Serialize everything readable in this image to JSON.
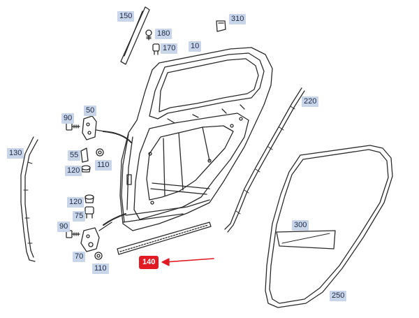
{
  "callouts": {
    "c150": "150",
    "c180": "180",
    "c170": "170",
    "c310": "310",
    "c10": "10",
    "c220": "220",
    "c90a": "90",
    "c50": "50",
    "c130": "130",
    "c55": "55",
    "c110a": "110",
    "c120a": "120",
    "c120b": "120",
    "c75": "75",
    "c90b": "90",
    "c70": "70",
    "c110b": "110",
    "c140": "140",
    "c300": "300",
    "c250": "250"
  },
  "highlight_color": "#e01b24",
  "callout_bg": "#c9d6ea"
}
